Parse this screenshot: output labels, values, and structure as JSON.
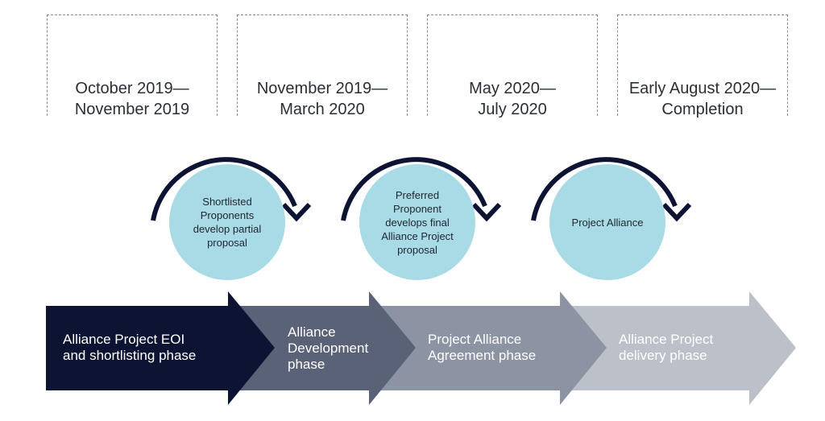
{
  "date_ranges": [
    {
      "line1": "October 2019—",
      "line2": "November 2019"
    },
    {
      "line1": "November 2019—",
      "line2": "March 2020"
    },
    {
      "line1": "May 2020—",
      "line2": "July 2020"
    },
    {
      "line1": "Early August 2020—",
      "line2": "Completion"
    }
  ],
  "cycles": [
    {
      "text": "Shortlisted Proponents develop partial proposal"
    },
    {
      "text": "Preferred Proponent develops final Alliance Project proposal"
    },
    {
      "text": "Project Alliance"
    }
  ],
  "phases": [
    {
      "label": "Alliance Project EOI\nand shortlisting phase",
      "color": "#0d1433"
    },
    {
      "label": "Alliance\nDevelopment\nphase",
      "color": "#5a6278"
    },
    {
      "label": "Project Alliance\nAgreement phase",
      "color": "#8c93a3"
    },
    {
      "label": "Alliance Project\ndelivery phase",
      "color": "#bcc0c9"
    }
  ],
  "colors": {
    "bubble": "#a8dbe6",
    "cycle_arrow": "#0d1433"
  }
}
